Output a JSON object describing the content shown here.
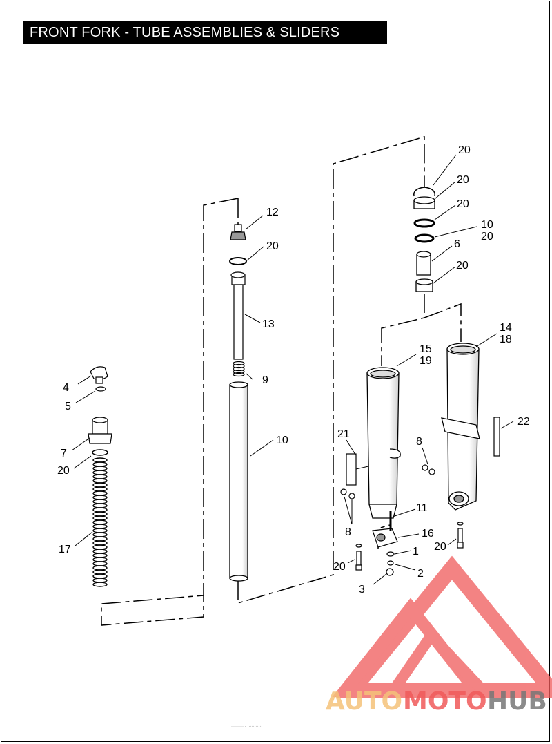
{
  "title": "FRONT FORK - TUBE ASSEMBLIES & SLIDERS",
  "callouts": {
    "c12": "12",
    "c20a": "20",
    "c13": "13",
    "c9": "9",
    "c10a": "10",
    "c4": "4",
    "c5": "5",
    "c7": "7",
    "c20b": "20",
    "c17": "17",
    "c20c": "20",
    "c20d": "20",
    "c20e": "20",
    "c10b": "10",
    "c20f": "20",
    "c6": "6",
    "c20g": "20",
    "c14": "14",
    "c18": "18",
    "c15": "15",
    "c19": "19",
    "c21": "21",
    "c8a": "8",
    "c22": "22",
    "c11": "11",
    "c8b": "8",
    "c16": "16",
    "c1": "1",
    "c20h": "20",
    "c20i": "20",
    "c2": "2",
    "c3": "3"
  },
  "watermark": {
    "part1": "AUTO",
    "part2": "MOTO",
    "part3": "HUB",
    "color_primary": "#f05a5a",
    "color_secondary": "#f5c27a",
    "color_dark": "#777777"
  },
  "footer_fine_print": "·········  ·  ···········"
}
